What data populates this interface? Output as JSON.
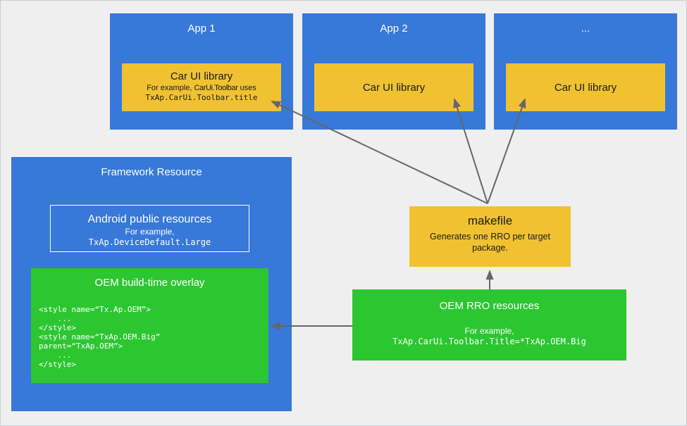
{
  "colors": {
    "background": "#efefef",
    "blue": "#3778d8",
    "yellow": "#f0c232",
    "green": "#2cc631",
    "arrow": "#666666"
  },
  "apps": [
    {
      "title": "App 1",
      "library": {
        "title": "Car UI library",
        "line1_prefix": "For example, ",
        "line1_code": "CarUi.Toolbar",
        "line1_suffix": " uses",
        "line2_code": "TxAp.CarUi.Toolbar.title"
      }
    },
    {
      "title": "App 2",
      "library": {
        "title": "Car UI library"
      }
    },
    {
      "title": "...",
      "library": {
        "title": "Car UI library"
      }
    }
  ],
  "framework": {
    "title": "Framework Resource",
    "public_resources": {
      "title": "Android public resources",
      "example_label": "For example,",
      "example_code": "TxAp.DeviceDefault.Large"
    },
    "overlay": {
      "title": "OEM build-time overlay",
      "code_lines": [
        "<style name=“Tx.Ap.OEM”>",
        "    ...",
        "</style>",
        "<style name=“TxAp.OEM.Big”",
        "parent=“TxAp.OEM”>",
        "    ...",
        "</style>"
      ]
    }
  },
  "makefile": {
    "title": "makefile",
    "description": "Generates one RRO per target package."
  },
  "rro": {
    "title": "OEM RRO resources",
    "example_label": "For example,",
    "example_code": "TxAp.CarUi.Toolbar.Title=*TxAp.OEM.Big"
  }
}
